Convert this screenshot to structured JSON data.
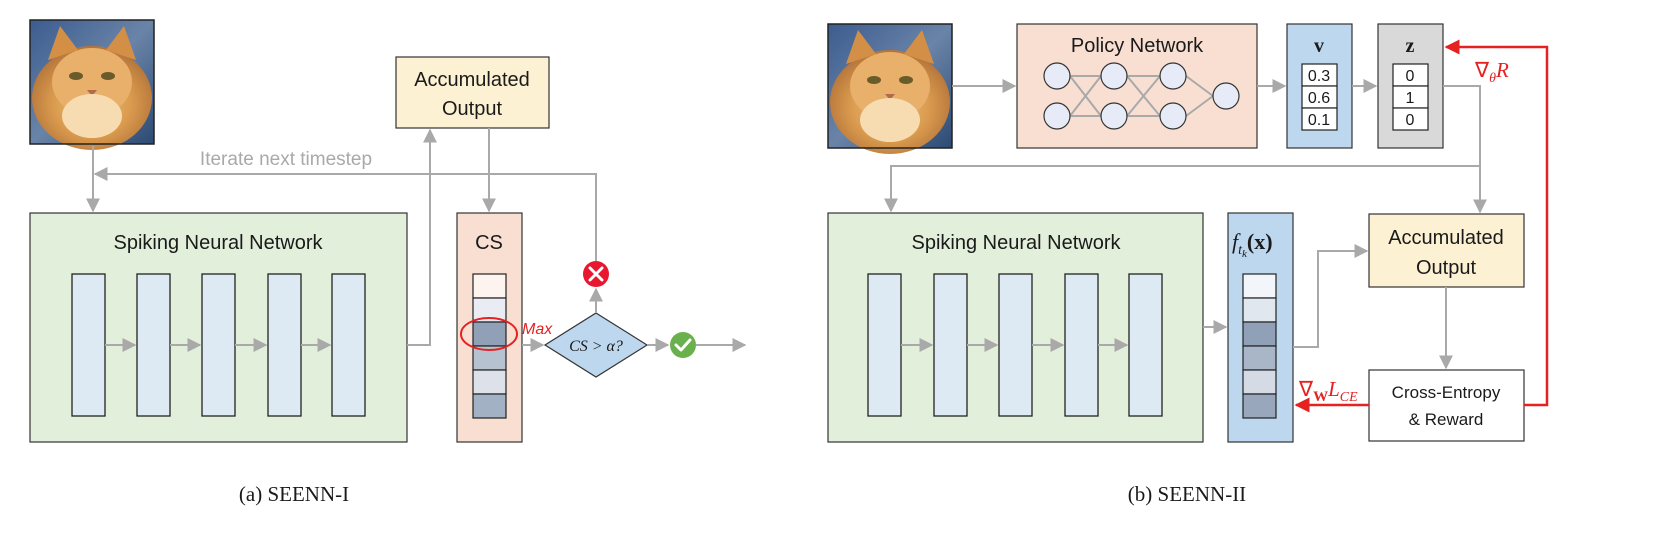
{
  "panel_a": {
    "caption": "(a) SEENN-I",
    "snn_title": "Spiking Neural Network",
    "accumulated_line1": "Accumulated",
    "accumulated_line2": "Output",
    "iterate_label": "Iterate next timestep",
    "cs_label": "CS",
    "max_label": "Max",
    "decision_label": "CS > α?"
  },
  "panel_b": {
    "caption": "(b) SEENN-II",
    "policy_title": "Policy Network",
    "v_label": "v",
    "v_values": [
      "0.3",
      "0.6",
      "0.1"
    ],
    "z_label": "z",
    "z_values": [
      "0",
      "1",
      "0"
    ],
    "snn_title": "Spiking Neural Network",
    "f_label": "f",
    "f_sub": "t",
    "f_subsub": "k",
    "f_arg": "(x)",
    "accumulated_line1": "Accumulated",
    "accumulated_line2": "Output",
    "ce_line1": "Cross-Entropy",
    "ce_line2": "& Reward",
    "grad_theta_r": "∇θR",
    "grad_w_lce": "∇WLCE"
  },
  "colors": {
    "snn_fill": "#e2efda",
    "layer_fill": "#dde9f3",
    "accumulated_fill": "#fdf1d3",
    "cs_fill": "#f8dfd2",
    "policy_fill": "#f8dfd2",
    "v_fill": "#bdd7ee",
    "z_fill": "#d9d9d9",
    "f_fill": "#bdd7ee",
    "diamond_fill": "#bdd7ee",
    "arrow_gray": "#a9a9a9",
    "arrow_red": "#e52222",
    "reject_red": "#e8162e",
    "accept_green": "#6ab04c"
  }
}
